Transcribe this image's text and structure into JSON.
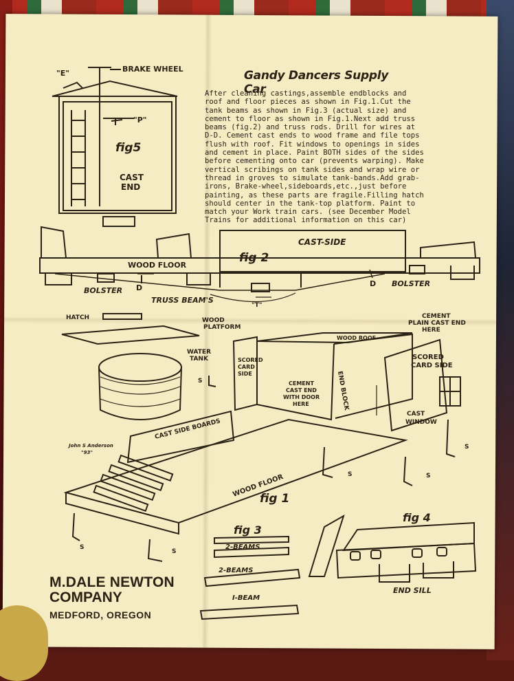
{
  "document": {
    "title": "Gandy Dancers Supply Car",
    "instructions": [
      "After cleaning castings,assemble endblocks and",
      "roof and floor pieces as shown in Fig.1.Cut the",
      "tank beams as shown in Fig.3 (actual size) and",
      "cement to floor as shown in Fig.1.Next add truss",
      "beams (fig.2) and truss rods. Drill for wires at",
      "D-D. Cement cast ends to wood frame and file tops",
      "flush with roof. Fit windows to openings in sides",
      "and cement in place. Paint BOTH sides of the sides",
      "before cementing onto car (prevents warping). Make",
      "vertical scribings on tank sides and wrap wire or",
      "thread in groves to simulate tank-bands.Add grab-",
      "irons, Brake-wheel,sideboards,etc.,just before",
      "painting, as these parts are fragile.Filling hatch",
      "should center in the tank-top platform. Paint to",
      "match your Work train cars. (see December Model",
      "Trains for additional information on this car)"
    ],
    "company": {
      "line1": "M.DALE NEWTON",
      "line2": "COMPANY",
      "city": "MEDFORD, OREGON"
    }
  },
  "labels": {
    "e": "\"E\"",
    "brake_wheel": "BRAKE WHEEL",
    "p": "\"P\"",
    "fig5": "fig5",
    "cast": "CAST",
    "end": "END",
    "cast_side": "CAST-SIDE",
    "fig2": "fig 2",
    "wood_floor_top": "WOOD FLOOR",
    "d_left": "D",
    "d_right": "D",
    "bolster_left": "BOLSTER",
    "bolster_right": "BOLSTER",
    "truss_beams": "TRUSS BEAM'S",
    "t": "\"T\"",
    "hatch": "HATCH",
    "wood_platform_1": "WOOD",
    "wood_platform_2": "PLATFORM",
    "water_tank_1": "WATER",
    "water_tank_2": "TANK",
    "scored_card_side_l1": "SCORED",
    "scored_card_side_l2": "CARD",
    "scored_card_side_l3": "SIDE",
    "s1": "S",
    "wood_roof": "WOOD ROOF",
    "cement_1": "CEMENT",
    "cement_2": "PLAIN CAST END",
    "cement_3": "HERE",
    "scored_card_side_r1": "SCORED",
    "scored_card_side_r2": "CARD SIDE",
    "end_block": "END BLOCK",
    "cement_door_1": "CEMENT",
    "cement_door_2": "CAST END",
    "cement_door_3": "WITH DOOR",
    "cement_door_4": "HERE",
    "cast_window_1": "CAST",
    "cast_window_2": "WINDOW",
    "s2": "S",
    "cast_side_boards": "CAST SIDE BOARDS",
    "signature_1": "John S Anderson",
    "signature_2": "\"93\"",
    "s3": "S",
    "s4": "S",
    "wood_floor_fig1": "WOOD FLOOR",
    "fig1": "fig 1",
    "s5": "S",
    "s6": "S",
    "fig3": "fig 3",
    "two_beams_a": "2-BEAMS",
    "two_beams_b": "2-BEAMS",
    "one_beam": "I-BEAM",
    "fig4": "fig 4",
    "end_sill": "END SILL"
  }
}
